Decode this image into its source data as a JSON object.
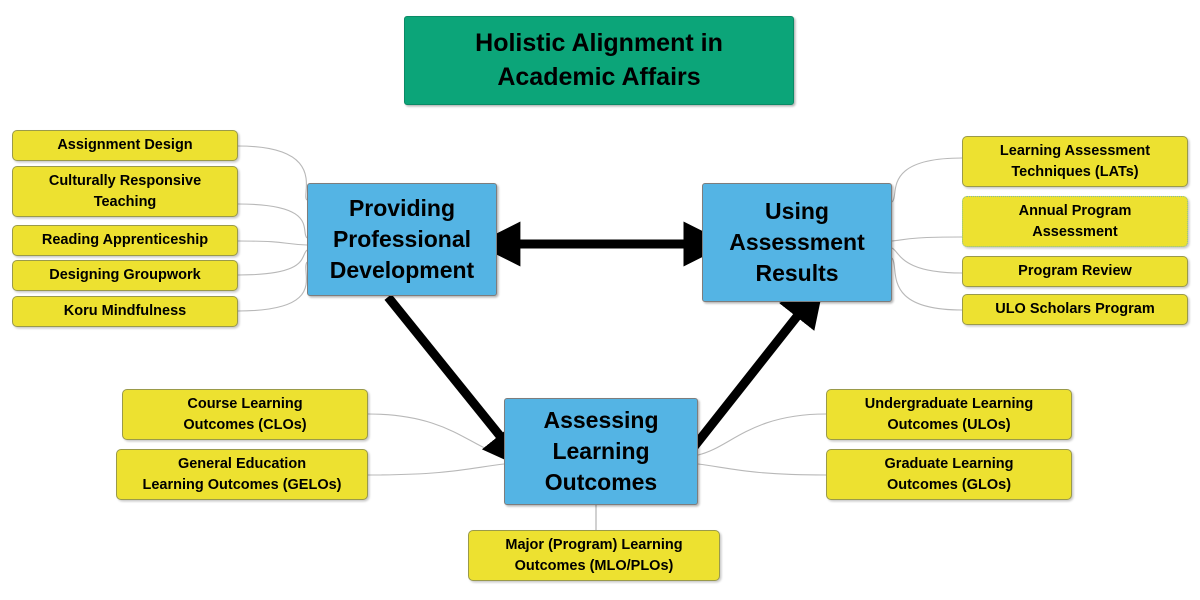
{
  "title": {
    "text": "Holistic Alignment in\nAcademic Affairs",
    "color": "#0ca579"
  },
  "colors": {
    "title_fill": "#0ca579",
    "core_fill": "#54b4e4",
    "leaf_fill": "#ede130",
    "arrow": "#000000",
    "connector": "#b0b0b0",
    "text": "#000000",
    "background": "#ffffff"
  },
  "core_nodes": [
    {
      "id": "professional-development",
      "label": "Providing\nProfessional\nDevelopment"
    },
    {
      "id": "assessment-results",
      "label": "Using\nAssessment\nResults"
    },
    {
      "id": "assessing-learning-outcomes",
      "label": "Assessing\nLearning\nOutcomes"
    }
  ],
  "left_leaves": [
    {
      "id": "assignment-design",
      "label": "Assignment Design"
    },
    {
      "id": "culturally-responsive-teaching",
      "label": "Culturally Responsive\nTeaching"
    },
    {
      "id": "reading-apprenticeship",
      "label": "Reading Apprenticeship"
    },
    {
      "id": "designing-groupwork",
      "label": "Designing Groupwork"
    },
    {
      "id": "koru-mindfulness",
      "label": "Koru Mindfulness"
    }
  ],
  "right_leaves": [
    {
      "id": "learning-assessment-techniques",
      "label": "Learning Assessment\nTechniques (LATs)"
    },
    {
      "id": "annual-program-assessment",
      "label": "Annual Program\nAssessment"
    },
    {
      "id": "program-review",
      "label": "Program Review"
    },
    {
      "id": "ulo-scholars-program",
      "label": "ULO Scholars Program"
    }
  ],
  "bottom_left_leaves": [
    {
      "id": "course-learning-outcomes",
      "label": "Course Learning\nOutcomes (CLOs)"
    },
    {
      "id": "general-education-learning-outcomes",
      "label": "General Education\nLearning Outcomes (GELOs)"
    }
  ],
  "bottom_right_leaves": [
    {
      "id": "undergraduate-learning-outcomes",
      "label": "Undergraduate Learning\nOutcomes (ULOs)"
    },
    {
      "id": "graduate-learning-outcomes",
      "label": "Graduate Learning\nOutcomes (GLOs)"
    }
  ],
  "bottom_center_leaves": [
    {
      "id": "major-program-learning-outcomes",
      "label": "Major (Program) Learning\nOutcomes (MLO/PLOs)"
    }
  ],
  "relationships": [
    {
      "from": "professional-development",
      "to": "assessment-results",
      "type": "double-arrow"
    },
    {
      "from": "professional-development",
      "to": "assessing-learning-outcomes",
      "type": "arrow"
    },
    {
      "from": "assessing-learning-outcomes",
      "to": "assessment-results",
      "type": "arrow"
    }
  ]
}
